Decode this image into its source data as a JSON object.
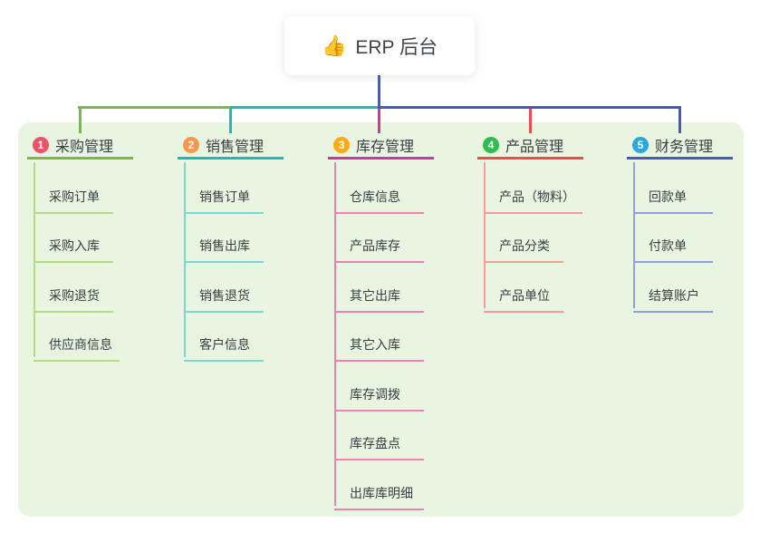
{
  "page": {
    "background": "#ffffff",
    "panel_color": "#e8f5e1"
  },
  "root": {
    "icon": "👍",
    "label": "ERP 后台",
    "line_color": "#4758cb"
  },
  "branches": [
    {
      "badge": "1",
      "badge_color": "#f0516a",
      "color": "#7db93e",
      "light": "#b4da8c",
      "label": "采购管理",
      "items": [
        "采购订单",
        "采购入库",
        "采购退货",
        "供应商信息"
      ]
    },
    {
      "badge": "2",
      "badge_color": "#fb9650",
      "color": "#1cbcb0",
      "light": "#7fd6cf",
      "label": "销售管理",
      "items": [
        "销售订单",
        "销售出库",
        "销售退货",
        "客户信息"
      ]
    },
    {
      "badge": "3",
      "badge_color": "#fbac15",
      "color": "#d2379e",
      "light": "#f07fb4",
      "label": "库存管理",
      "items": [
        "仓库信息",
        "产品库存",
        "其它出库",
        "其它入库",
        "库存调拨",
        "库存盘点",
        "出库库明细"
      ]
    },
    {
      "badge": "4",
      "badge_color": "#2ebd4e",
      "color": "#f04b4b",
      "light": "#f59b98",
      "label": "产品管理",
      "items": [
        "产品（物料）",
        "产品分类",
        "产品单位"
      ]
    },
    {
      "badge": "5",
      "badge_color": "#2aa7e0",
      "color": "#4758cb",
      "light": "#8fa0de",
      "label": "财务管理",
      "items": [
        "回款单",
        "付款单",
        "结算账户"
      ]
    }
  ]
}
